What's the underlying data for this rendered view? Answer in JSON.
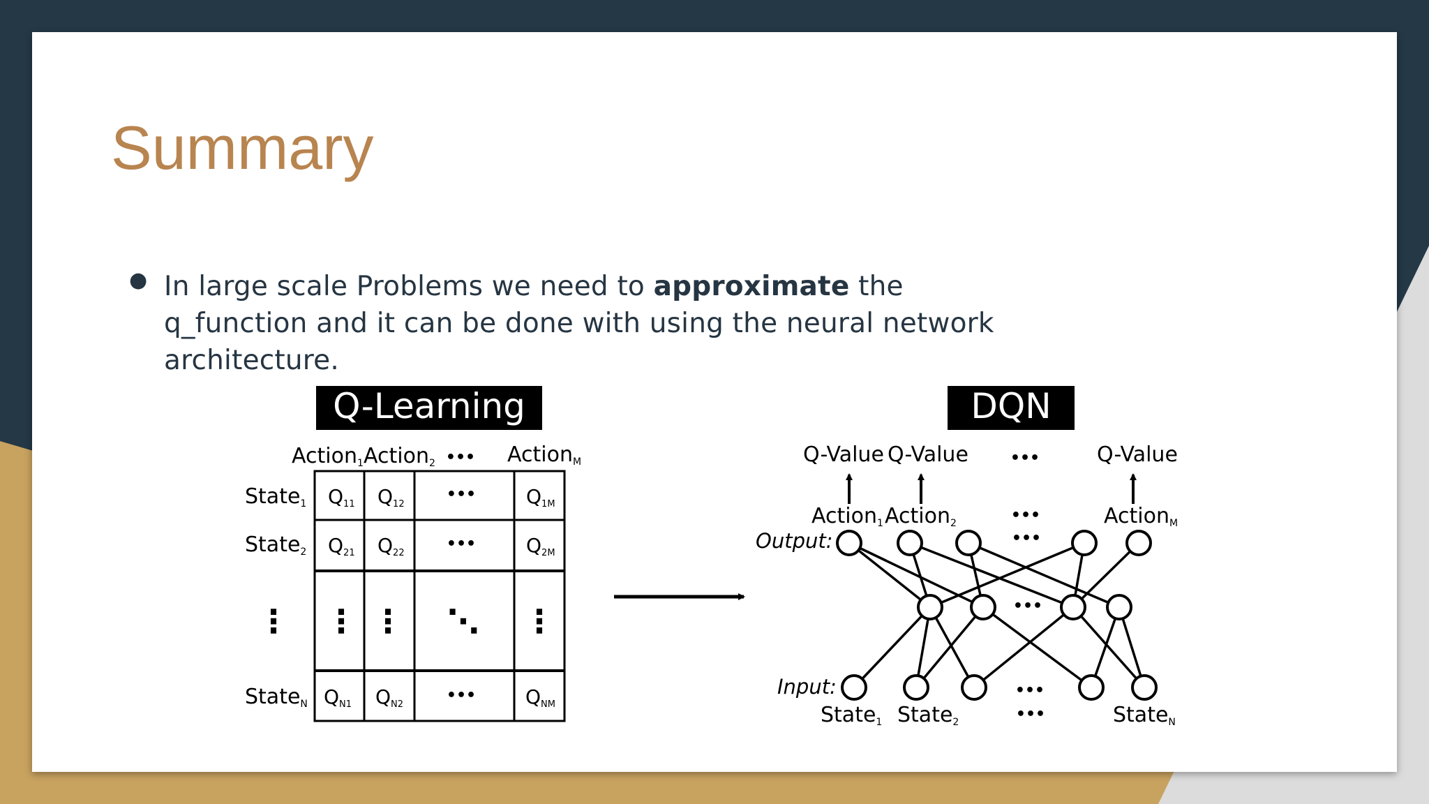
{
  "slide": {
    "title": "Summary",
    "bullet": {
      "before": "In large scale Problems we need to ",
      "bold": "approximate",
      "after": " the q_function and it can be  done with using the neural network architecture."
    }
  },
  "figure": {
    "qlearning": {
      "title": "Q-Learning",
      "action_headers": [
        {
          "base": "Action",
          "sub": "1"
        },
        {
          "base": "Action",
          "sub": "2"
        },
        {
          "base": "•••",
          "sub": ""
        },
        {
          "base": "Action",
          "sub": "M"
        }
      ],
      "state_labels": [
        {
          "base": "State",
          "sub": "1"
        },
        {
          "base": "State",
          "sub": "2"
        },
        {
          "base": "⋮",
          "sub": ""
        },
        {
          "base": "State",
          "sub": "N"
        }
      ],
      "cells": [
        [
          {
            "base": "Q",
            "sub": "11"
          },
          {
            "base": "Q",
            "sub": "12"
          },
          {
            "base": "•••",
            "sub": ""
          },
          {
            "base": "Q",
            "sub": "1M"
          }
        ],
        [
          {
            "base": "Q",
            "sub": "21"
          },
          {
            "base": "Q",
            "sub": "22"
          },
          {
            "base": "•••",
            "sub": ""
          },
          {
            "base": "Q",
            "sub": "2M"
          }
        ],
        [
          {
            "base": "⋮",
            "sub": ""
          },
          {
            "base": "⋮",
            "sub": ""
          },
          {
            "base": "⋱",
            "sub": ""
          },
          {
            "base": "⋮",
            "sub": ""
          }
        ],
        [
          {
            "base": "Q",
            "sub": "N1"
          },
          {
            "base": "Q",
            "sub": "N2"
          },
          {
            "base": "•••",
            "sub": ""
          },
          {
            "base": "Q",
            "sub": "NM"
          }
        ]
      ]
    },
    "dqn": {
      "title": "DQN",
      "qvalue_labels": [
        "Q-Value",
        "Q-Value",
        "•••",
        "Q-Value"
      ],
      "action_labels": [
        {
          "base": "Action",
          "sub": "1"
        },
        {
          "base": "Action",
          "sub": "2"
        },
        {
          "base": "•••",
          "sub": ""
        },
        {
          "base": "Action",
          "sub": "M"
        }
      ],
      "output_label": "Output:",
      "input_label": "Input:",
      "state_labels": [
        {
          "base": "State",
          "sub": "1"
        },
        {
          "base": "State",
          "sub": "2"
        },
        {
          "base": "•••",
          "sub": ""
        },
        {
          "base": "State",
          "sub": "N"
        }
      ],
      "dots": "•••"
    }
  }
}
